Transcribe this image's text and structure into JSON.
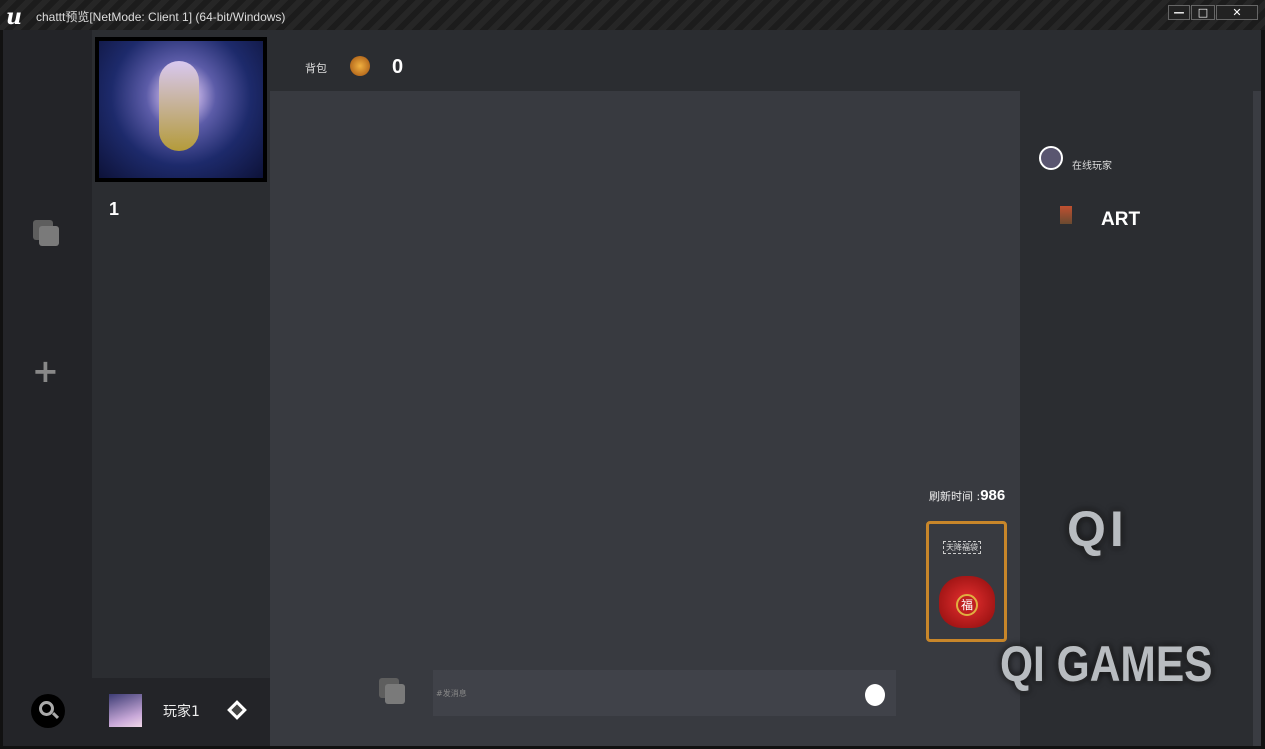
{
  "window": {
    "title": "chattt预览[NetMode: Client 1]  (64-bit/Windows)",
    "minimize": "—",
    "maximize": "□",
    "close": "✕"
  },
  "servers": {
    "items": [
      {
        "label": "1"
      }
    ]
  },
  "topbar": {
    "bag_label": "背包",
    "bag_count": "0"
  },
  "chat": {
    "refresh_label": "刷新时间 :",
    "refresh_value": "986",
    "lucky_bag_title": "天降福袋",
    "lucky_bag_char": "福",
    "input_placeholder": "#发消息"
  },
  "online": {
    "title": "在线玩家",
    "players": [
      {
        "name": "ART"
      }
    ]
  },
  "user": {
    "name": "玩家1"
  },
  "branding": {
    "logo_small": "QI",
    "logo_large": "QI GAMES"
  },
  "colors": {
    "bg_dark": "#232428",
    "panel": "#2b2d31",
    "chat": "#383a40",
    "input": "#404249"
  }
}
